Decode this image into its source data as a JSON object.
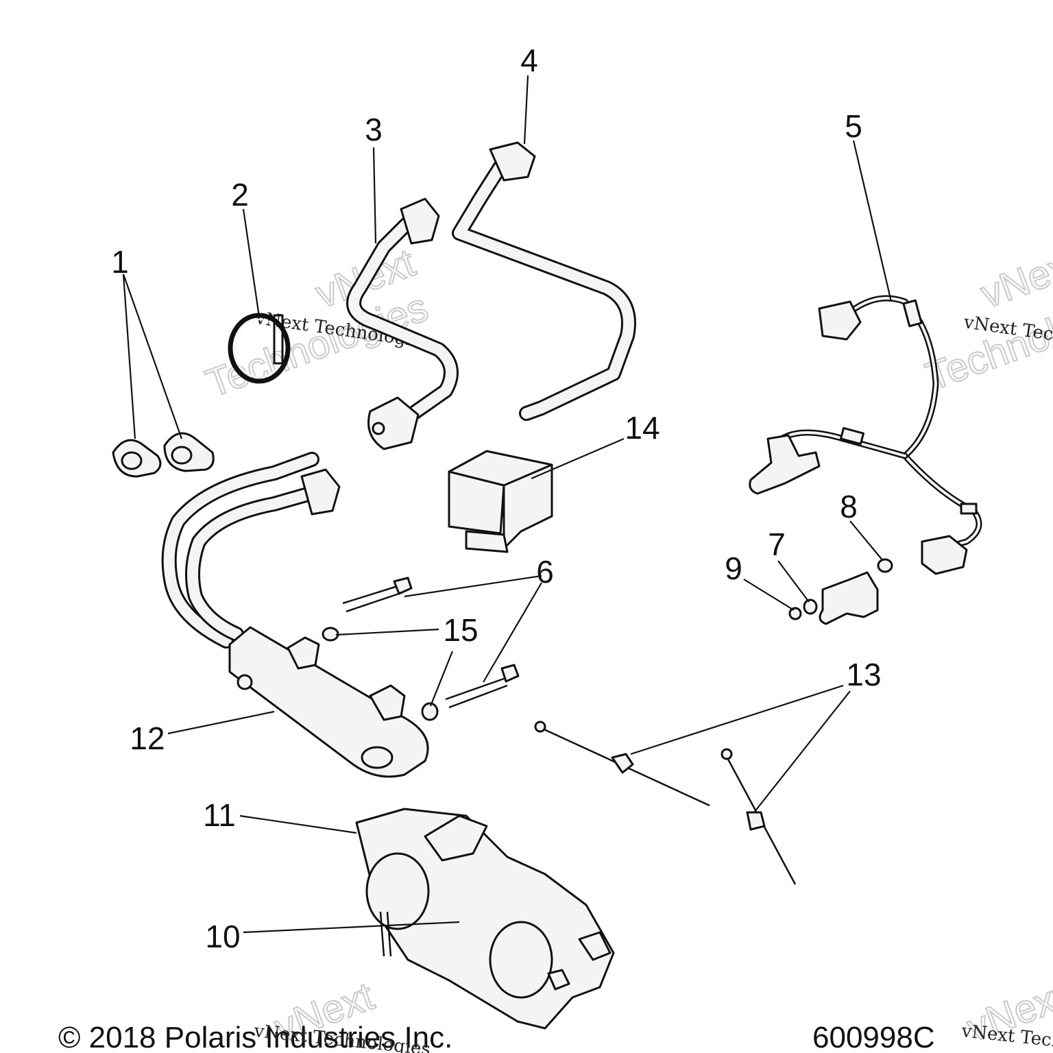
{
  "callouts": {
    "c1": "1",
    "c2": "2",
    "c3": "3",
    "c4": "4",
    "c5": "5",
    "c6": "6",
    "c7": "7",
    "c8": "8",
    "c9": "9",
    "c10": "10",
    "c11": "11",
    "c12": "12",
    "c13": "13",
    "c14": "14",
    "c15": "15"
  },
  "footer": {
    "copyright": "© 2018 Polaris Industries Inc.",
    "diagram_number": "600998C"
  },
  "watermark": {
    "line1": "vNext Technologies",
    "word1": "vNext",
    "word2": "Technologies"
  }
}
